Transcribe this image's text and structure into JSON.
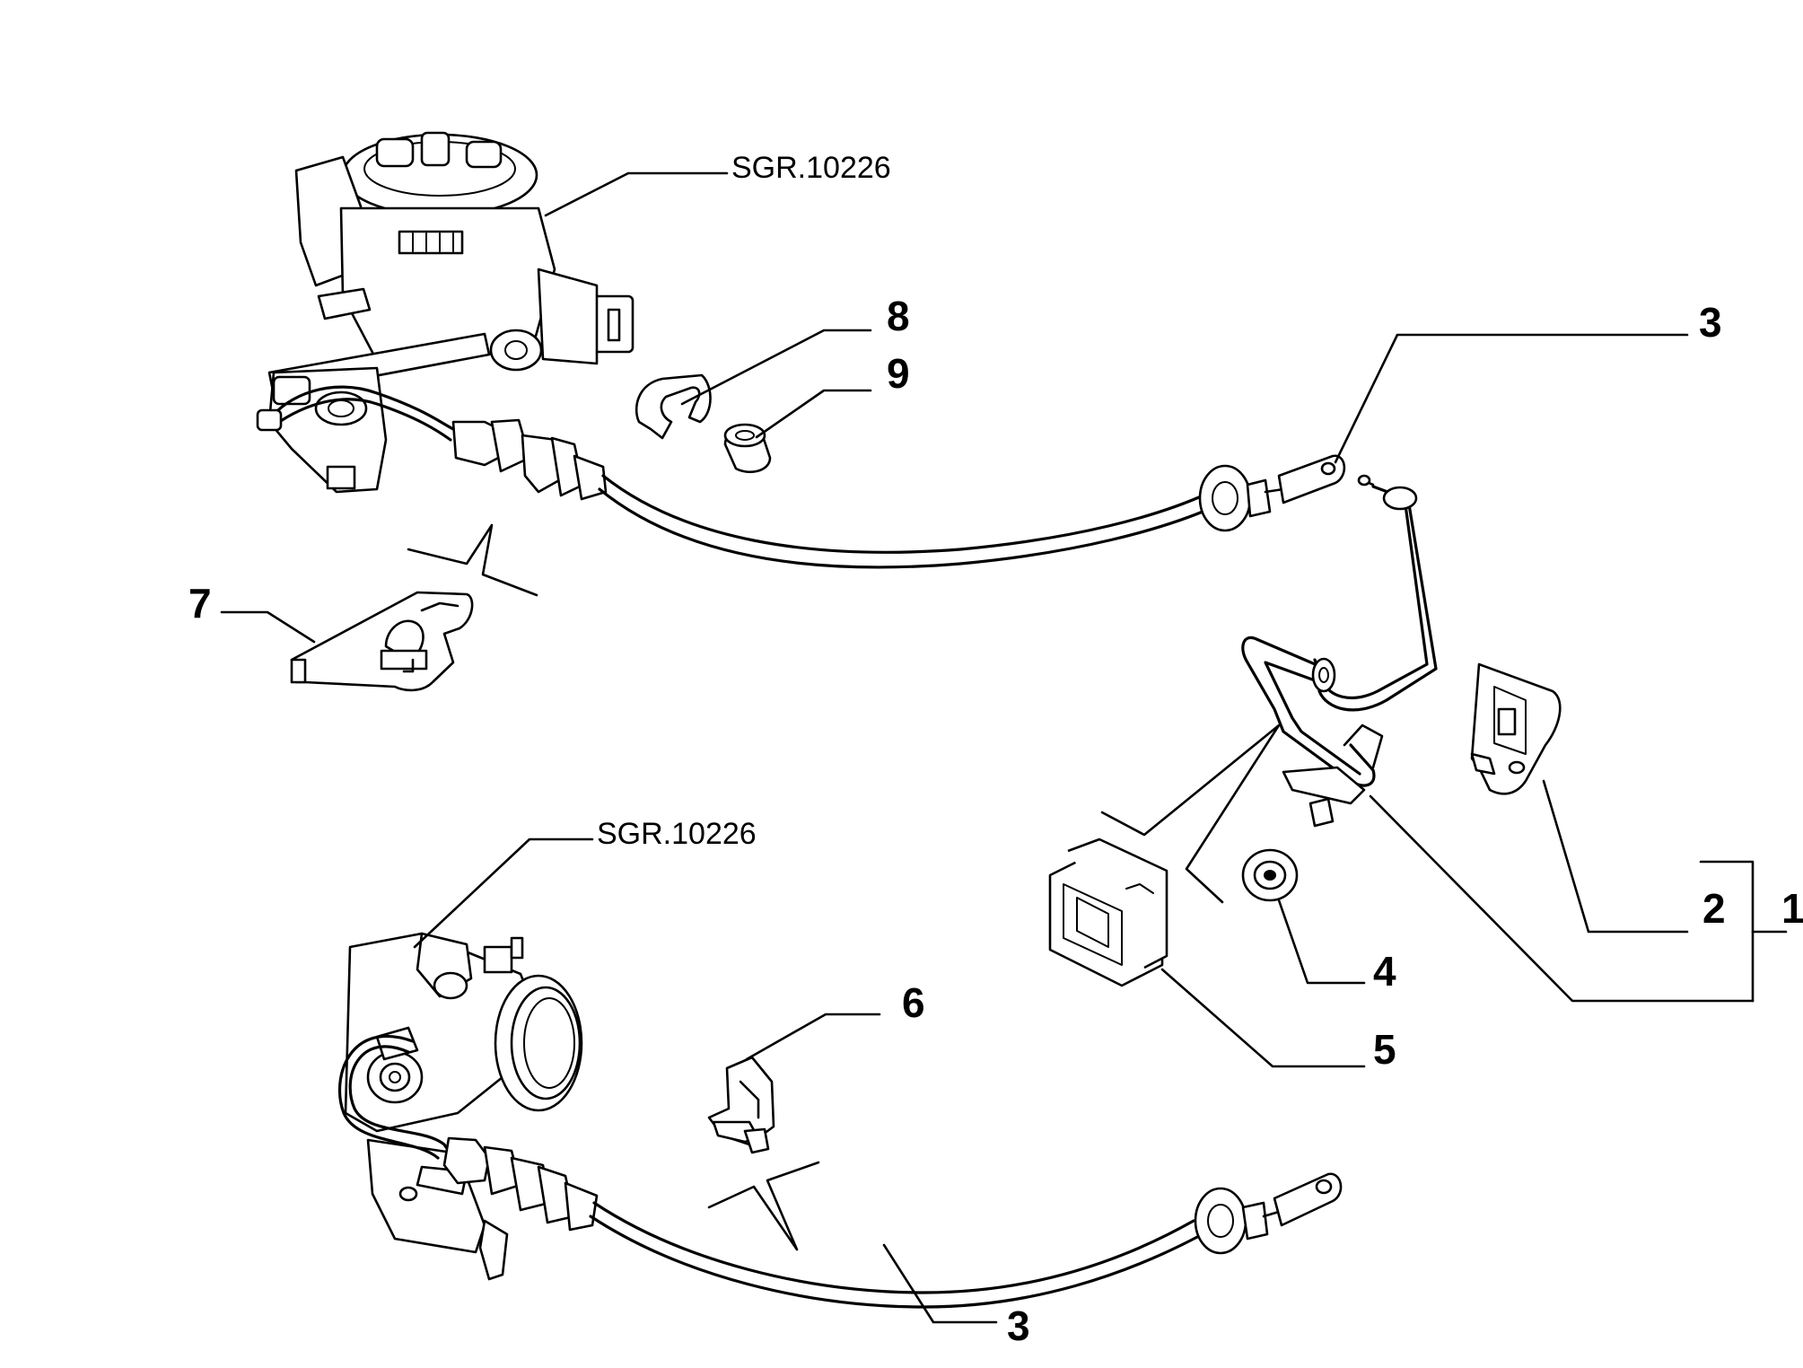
{
  "refs": {
    "top": "SGR.10226",
    "bottom": "SGR.10226"
  },
  "callouts": {
    "c1": "1",
    "c2": "2",
    "c3_top": "3",
    "c3_bottom": "3",
    "c4": "4",
    "c5": "5",
    "c6": "6",
    "c7": "7",
    "c8": "8",
    "c9": "9"
  }
}
